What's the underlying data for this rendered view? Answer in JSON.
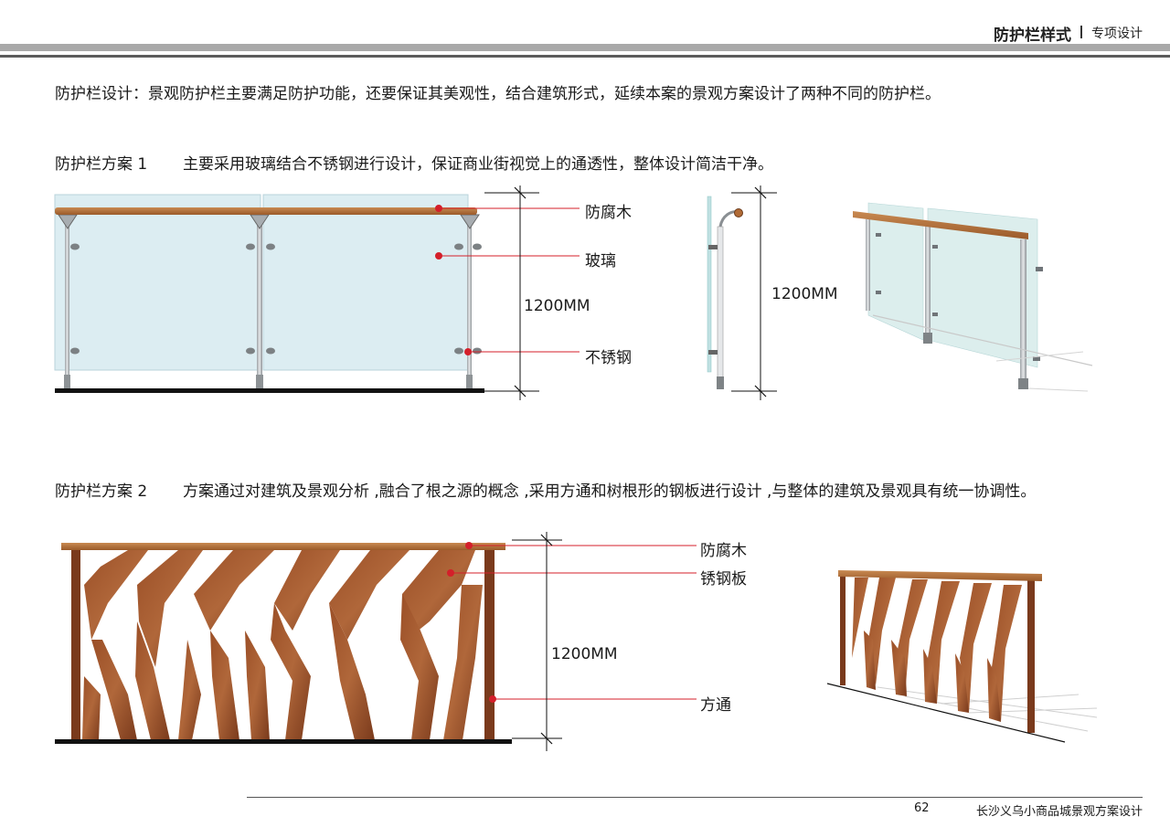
{
  "header": {
    "title": "防护栏样式",
    "subtitle": "专项设计"
  },
  "intro": {
    "text": "防护栏设计：景观防护栏主要满足防护功能，还要保证其美观性，结合建筑形式，延续本案的景观方案设计了两种不同的防护栏。"
  },
  "scheme1": {
    "label": "防护栏方案 1",
    "description": "主要采用玻璃结合不锈钢进行设计，保证商业街视觉上的通透性，整体设计简洁干净。",
    "callouts": {
      "wood": "防腐木",
      "glass": "玻璃",
      "steel": "不锈钢"
    },
    "dimension": "1200MM",
    "side_dimension": "1200MM"
  },
  "scheme2": {
    "label": "防护栏方案 2",
    "description": "方案通过对建筑及景观分析 ,融合了根之源的概念 ,采用方通和树根形的钢板进行设计 ,与整体的建筑及景观具有统一协调性。",
    "callouts": {
      "wood": "防腐木",
      "plate": "锈钢板",
      "tube": "方通"
    },
    "dimension": "1200MM"
  },
  "footer": {
    "page": "62",
    "project": "长沙义乌小商品城景观方案设计"
  },
  "colors": {
    "glass": "#dcedf2",
    "wood": "#b06a35",
    "rust": "#8a4320",
    "steel": "#c0c4c7",
    "callout_red": "#d41f2a"
  }
}
